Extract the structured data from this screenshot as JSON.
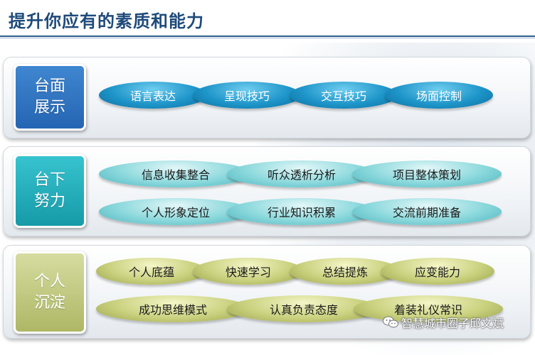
{
  "page_title": "提升你应有的素质和能力",
  "sections": [
    {
      "category": "台面\n展示",
      "items": [
        "语言表达",
        "呈现技巧",
        "交互技巧",
        "场面控制"
      ]
    },
    {
      "category": "台下\n努力",
      "items": [
        "信息收集整合",
        "听众透析分析",
        "项目整体策划",
        "个人形象定位",
        "行业知识积累",
        "交流前期准备"
      ]
    },
    {
      "category": "个人\n沉淀",
      "items": [
        "个人底蕴",
        "快速学习",
        "总结提炼",
        "应变能力",
        "成功思维模式",
        "认真负责态度",
        "着装礼仪常识"
      ]
    }
  ],
  "watermark": "智慧城市圈子邱文斌",
  "colors": {
    "title": "#1f4a7a",
    "section1": "#2565b3",
    "section2": "#169aa8",
    "section3": "#aeb765"
  }
}
